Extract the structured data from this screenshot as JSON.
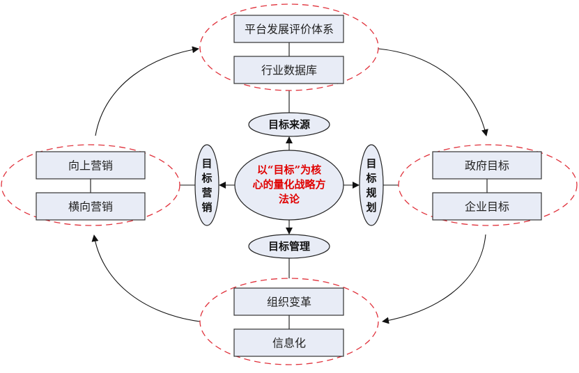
{
  "center": {
    "lines": [
      "以“目标”为核",
      "心的量化战略方",
      "法论"
    ]
  },
  "hubs": {
    "top": "目标来源",
    "bottom": "目标管理",
    "left": [
      "目",
      "标",
      "营",
      "销"
    ],
    "right": [
      "目",
      "标",
      "规",
      "划"
    ]
  },
  "groups": {
    "top": [
      "平台发展评价体系",
      "行业数据库"
    ],
    "left": [
      "向上营销",
      "横向营销"
    ],
    "right": [
      "政府目标",
      "企业目标"
    ],
    "bottom": [
      "组织变革",
      "信息化"
    ]
  },
  "colors": {
    "center_text": "#e00000",
    "dashed_outline": "#e0303a",
    "box_fill": "#e8ecf6"
  }
}
